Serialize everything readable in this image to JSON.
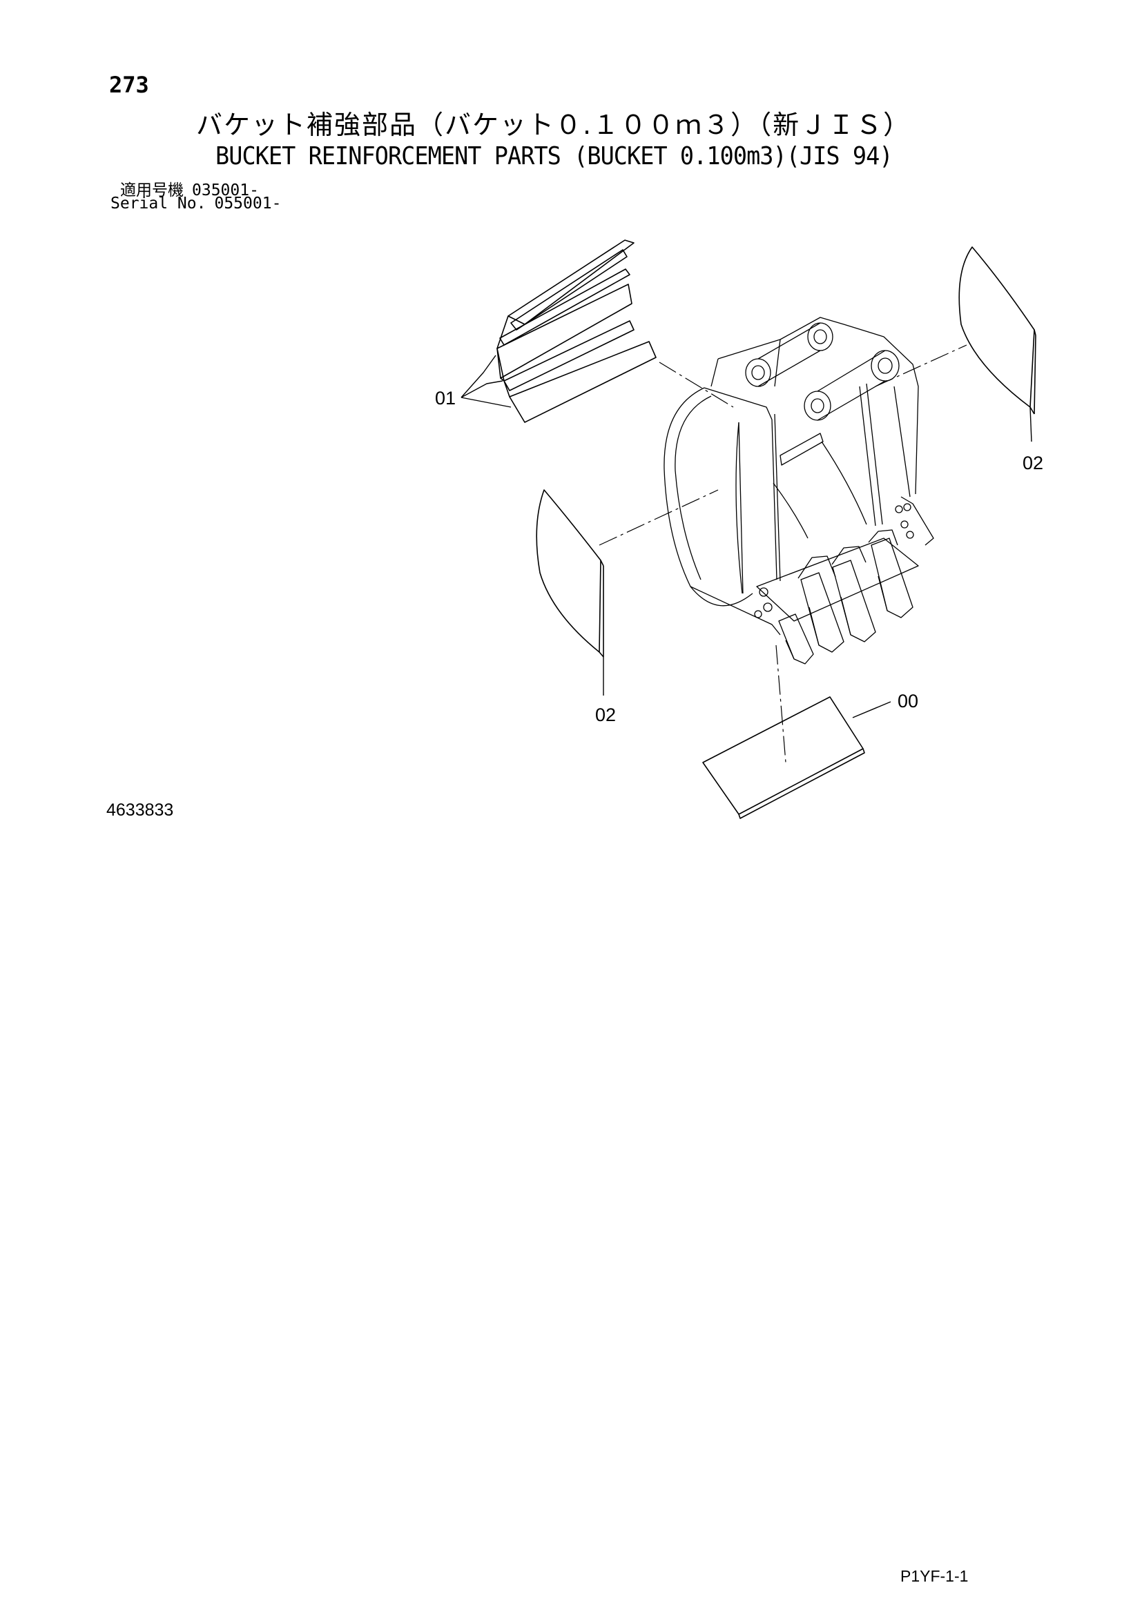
{
  "header": {
    "page_number": "273",
    "title_jp": "バケット補強部品（バケット０.１００ｍ３）（新ＪＩＳ）",
    "title_en": "BUCKET REINFORCEMENT PARTS (BUCKET 0.100m3)(JIS 94)"
  },
  "serial": {
    "jp_label": "適用号機",
    "jp_value": "035001-",
    "en_label": "Serial No.",
    "en_value": "055001-"
  },
  "drawing": {
    "callouts": {
      "part_01": "01",
      "part_02_right": "02",
      "part_02_left": "02",
      "part_00": "00"
    },
    "drawing_number": "4633833"
  },
  "footer": {
    "page_code": "P1YF-1-1"
  }
}
